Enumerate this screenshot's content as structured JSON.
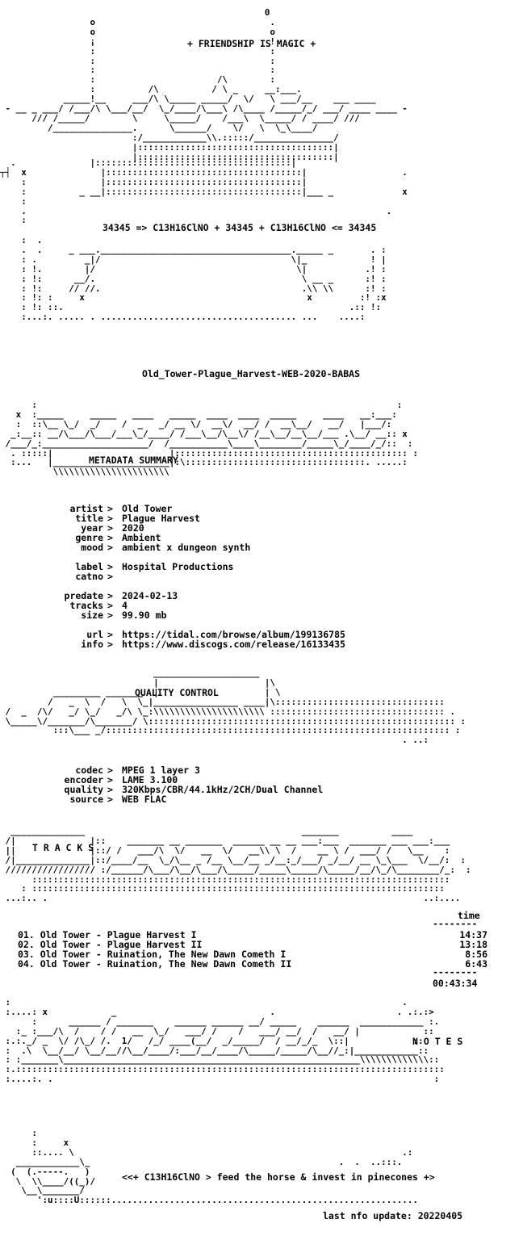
{
  "header": {
    "banner": "+ FRIENDSHIP IS MAGIC +",
    "formula_line": "34345 => C13H16ClNO + 34345 + C13H16ClNO <= 34345",
    "release_name": "Old_Tower-Plague_Harvest-WEB-2020-BABAS"
  },
  "sections": {
    "metadata": "METADATA SUMMARY",
    "quality": "QUALITY CONTROL",
    "tracks": "T R A C K S",
    "notes": "N O T E S"
  },
  "metadata": [
    {
      "label": "artist",
      "value": "Old Tower"
    },
    {
      "label": "title",
      "value": "Plague Harvest"
    },
    {
      "label": "year",
      "value": "2020"
    },
    {
      "label": "genre",
      "value": "Ambient"
    },
    {
      "label": "mood",
      "value": "ambient x dungeon synth"
    },
    {
      "label": "label",
      "value": "Hospital Productions"
    },
    {
      "label": "catno",
      "value": ""
    },
    {
      "label": "predate",
      "value": "2024-02-13"
    },
    {
      "label": "tracks",
      "value": "4"
    },
    {
      "label": "size",
      "value": "99.90 mb"
    },
    {
      "label": "url",
      "value": "https://tidal.com/browse/album/199136785"
    },
    {
      "label": "info",
      "value": "https://www.discogs.com/release/16133435"
    }
  ],
  "quality": [
    {
      "label": "codec",
      "value": "MPEG 1 layer 3"
    },
    {
      "label": "encoder",
      "value": "LAME 3.100"
    },
    {
      "label": "quality",
      "value": "320Kbps/CBR/44.1kHz/2CH/Dual Channel"
    },
    {
      "label": "source",
      "value": "WEB FLAC"
    }
  ],
  "tracklist": {
    "time_header": "time",
    "items": [
      {
        "text": "01. Old Tower - Plague Harvest I",
        "time": "14:37"
      },
      {
        "text": "02. Old Tower - Plague Harvest II",
        "time": "13:18"
      },
      {
        "text": "03. Old Tower - Ruination, The New Dawn Cometh I",
        "time": "8:56"
      },
      {
        "text": "04. Old Tower - Ruination, The New Dawn Cometh II",
        "time": "6:43"
      }
    ],
    "total": "00:43:34"
  },
  "footer": {
    "slogan": "<<+ C13H16ClNO > feed the horse & invest in pinecones +>",
    "last_update": "last nfo update: 20220405"
  }
}
